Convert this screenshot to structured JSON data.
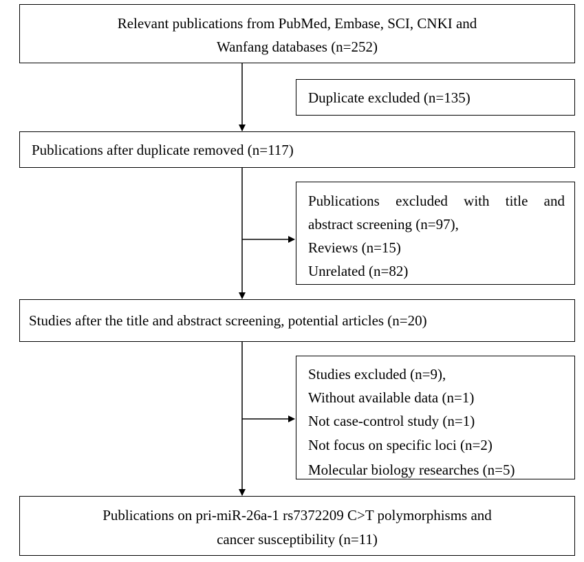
{
  "box1": {
    "line1": "Relevant publications from PubMed, Embase, SCI, CNKI and",
    "line2": "Wanfang databases (n=252)"
  },
  "side1": {
    "line1": "Duplicate excluded (n=135)"
  },
  "box2": {
    "line1": "Publications after duplicate removed (n=117)"
  },
  "side2": {
    "line1": "Publications excluded with title and",
    "line2": "abstract screening (n=97),",
    "line3": "Reviews (n=15)",
    "line4": "Unrelated (n=82)"
  },
  "box3": {
    "line1": "Studies after the title and abstract screening, potential articles (n=20)"
  },
  "side3": {
    "line1": "Studies excluded (n=9),",
    "line2": "Without available data (n=1)",
    "line3": "Not case-control study (n=1)",
    "line4": "Not focus on specific loci (n=2)",
    "line5": "Molecular biology researches (n=5)"
  },
  "box4": {
    "line1": "Publications on pri-miR-26a-1 rs7372209 C>T polymorphisms and",
    "line2": "cancer susceptibility (n=11)"
  }
}
